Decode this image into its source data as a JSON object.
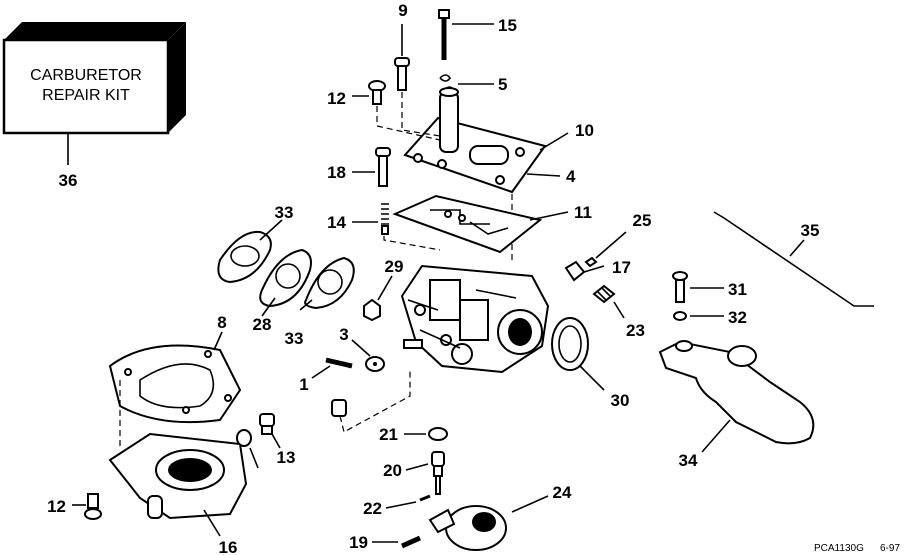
{
  "kit": {
    "line1": "CARBURETOR",
    "line2": "REPAIR KIT",
    "number": "36"
  },
  "callouts": {
    "c1": "1",
    "c3": "3",
    "c4": "4",
    "c5": "5",
    "c8": "8",
    "c9": "9",
    "c10": "10",
    "c11": "11",
    "c12a": "12",
    "c12b": "12",
    "c13": "13",
    "c14": "14",
    "c15": "15",
    "c16": "16",
    "c17": "17",
    "c18": "18",
    "c19": "19",
    "c20": "20",
    "c21": "21",
    "c22": "22",
    "c23": "23",
    "c24": "24",
    "c25": "25",
    "c28": "28",
    "c29": "29",
    "c30": "30",
    "c31": "31",
    "c32": "32",
    "c33a": "33",
    "c33b": "33",
    "c34": "34",
    "c35": "35"
  },
  "footer": {
    "code": "PCA1130G",
    "date": "6-97"
  }
}
